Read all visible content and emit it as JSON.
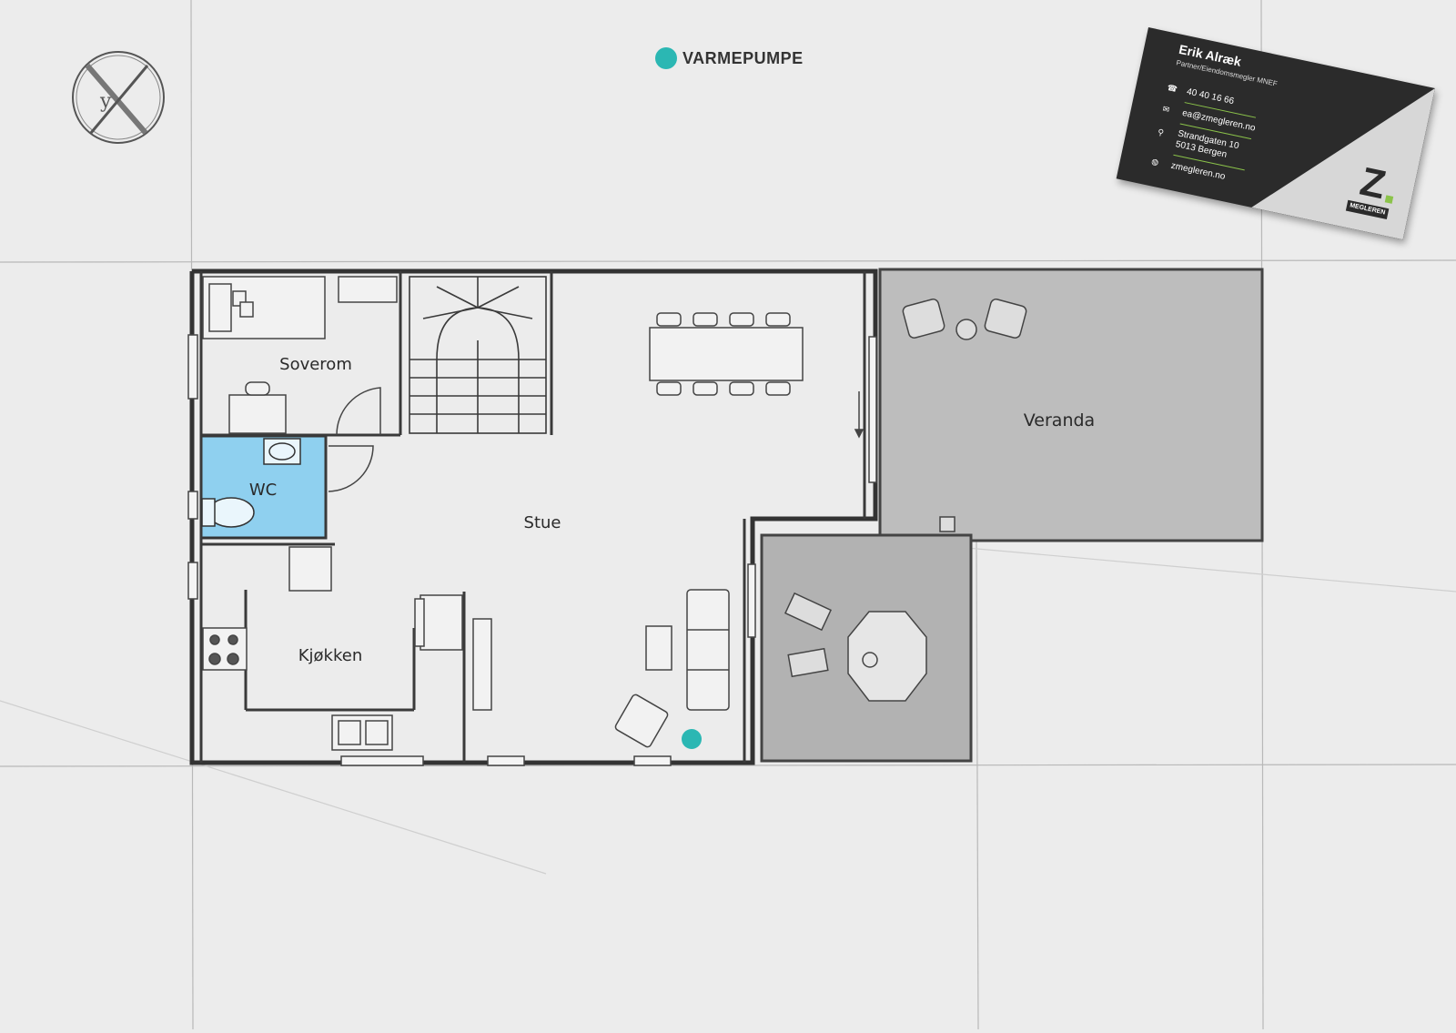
{
  "legend": {
    "label": "VARMEPUMPE",
    "color": "#2bb7b3"
  },
  "rooms": [
    {
      "id": "soverom",
      "label": "Soverom"
    },
    {
      "id": "wc",
      "label": "WC"
    },
    {
      "id": "stue",
      "label": "Stue"
    },
    {
      "id": "kjokken",
      "label": "Kjøkken"
    },
    {
      "id": "veranda",
      "label": "Veranda"
    }
  ],
  "colors": {
    "wc_fill": "#8fd0ef",
    "veranda_fill": "#bdbdbd",
    "wall": "#333333",
    "heat_pump": "#2bb7b3"
  },
  "icons": {
    "logo": "circle-x-logo",
    "stairs": "stairs-icon"
  },
  "card": {
    "name": "Erik Alræk",
    "title": "Partner/Eiendomsmegler MNEF",
    "phone": "40 40 16 66",
    "email": "ea@zmegleren.no",
    "address_line1": "Strandgaten 10",
    "address_line2": "5013 Bergen",
    "website": "zmegleren.no",
    "brand": "MEGLEREN",
    "brand_letter": "Z"
  }
}
